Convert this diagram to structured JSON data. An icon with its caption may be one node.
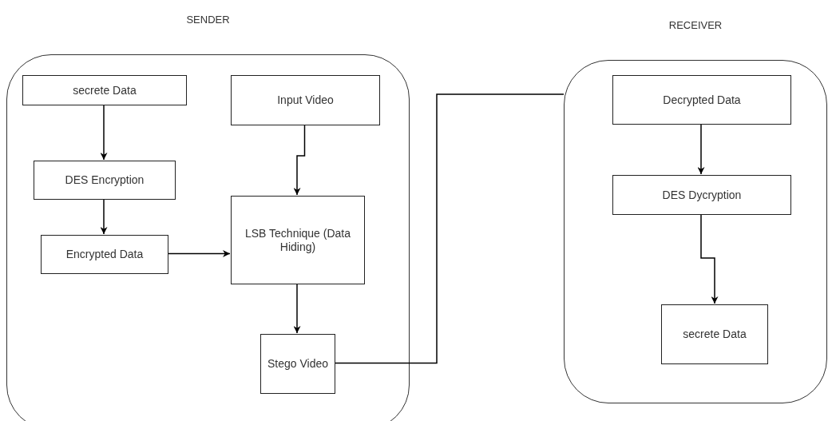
{
  "diagram": {
    "nodes": [
      {
        "text": [
          "SENDER"
        ]
      },
      {
        "text": [
          "secrete Data"
        ],
        "in": 0
      },
      {
        "text": [
          "Input Video"
        ],
        "in": 0
      },
      {
        "text": [
          "DES Encryption"
        ],
        "in": 0
      },
      {
        "text": [
          "Encrypted Data"
        ],
        "in": 0
      },
      {
        "text": [
          "LSB Technique (Data Hiding)"
        ],
        "in": 0
      },
      {
        "text": [
          "Stego Video"
        ],
        "in": 0
      },
      {
        "text": [
          "RECEIVER"
        ]
      },
      {
        "text": [
          "Decrypted Data"
        ],
        "in": 7
      },
      {
        "text": [
          "DES Dycryption"
        ],
        "in": 7
      },
      {
        "text": [
          "secrete Data"
        ],
        "in": 7
      }
    ],
    "edges": [
      {
        "from": 1,
        "to": 3,
        "arrow": "to"
      },
      {
        "from": 3,
        "to": 4,
        "arrow": "to"
      },
      {
        "from": 4,
        "to": 5,
        "arrow": "to"
      },
      {
        "from": 2,
        "to": 5,
        "arrow": "to"
      },
      {
        "from": 5,
        "to": 6,
        "arrow": "to"
      },
      {
        "from": 6,
        "to": 7,
        "arrow": "none"
      },
      {
        "from": 8,
        "to": 9,
        "arrow": "to"
      },
      {
        "from": 9,
        "to": 10,
        "arrow": "to"
      }
    ]
  }
}
